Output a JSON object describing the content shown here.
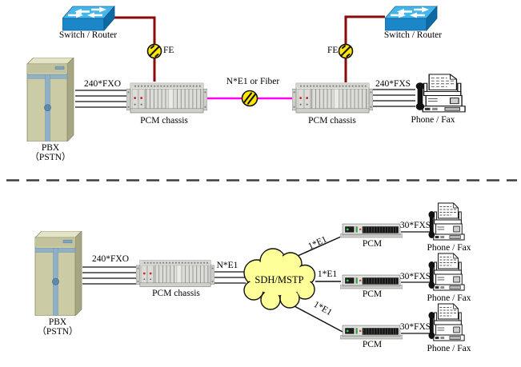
{
  "colors": {
    "line_red": "#8b0909",
    "line_magenta": "#ff00ff",
    "interface_yellow": "#ffe800",
    "cloud_yellow": "#ffff99",
    "switch_blue": "#1b86c8",
    "cabinet_beige": "#cbcba6"
  },
  "icons": {
    "switch_router": "3d-ethernet-switch-with-arrows",
    "pbx_cabinet": "server-cabinet",
    "pcm_chassis": "rack-chassis-with-cards",
    "pcm_unit": "1u-rack-converter-unit",
    "phone_fax": "fax-machine-with-handset",
    "fe_interface": "yellow-circle-slash",
    "fiber_joint": "yellow-circle-double-slash",
    "network_cloud": "cloud"
  },
  "top": {
    "switch_left_label": "Switch / Router",
    "switch_right_label": "Switch / Router",
    "fe_left_label": "FE",
    "fe_right_label": "FE",
    "pbx_label": "PBX",
    "pbx_sublabel": "（PSTN）",
    "fxo_label": "240*FXO",
    "chassis_left_label": "PCM chassis",
    "trunk_label": "N*E1 or Fiber",
    "chassis_right_label": "PCM chassis",
    "fxs_label": "240*FXS",
    "phonefax_label": "Phone / Fax"
  },
  "bottom": {
    "pbx_label": "PBX",
    "pbx_sublabel": "（PSTN）",
    "fxo_label": "240*FXO",
    "chassis_label": "PCM chassis",
    "ne1_label": "N*E1",
    "cloud_label": "SDH/MSTP",
    "branches": [
      {
        "e1_label": "1*E1",
        "pcm_label": "PCM",
        "fxs_label": "30*FXS",
        "phonefax_label": "Phone / Fax"
      },
      {
        "e1_label": "1*E1",
        "pcm_label": "PCM",
        "fxs_label": "30*FXS",
        "phonefax_label": "Phone / Fax"
      },
      {
        "e1_label": "1*E1",
        "pcm_label": "PCM",
        "fxs_label": "30*FXS",
        "phonefax_label": "Phone / Fax"
      }
    ]
  }
}
